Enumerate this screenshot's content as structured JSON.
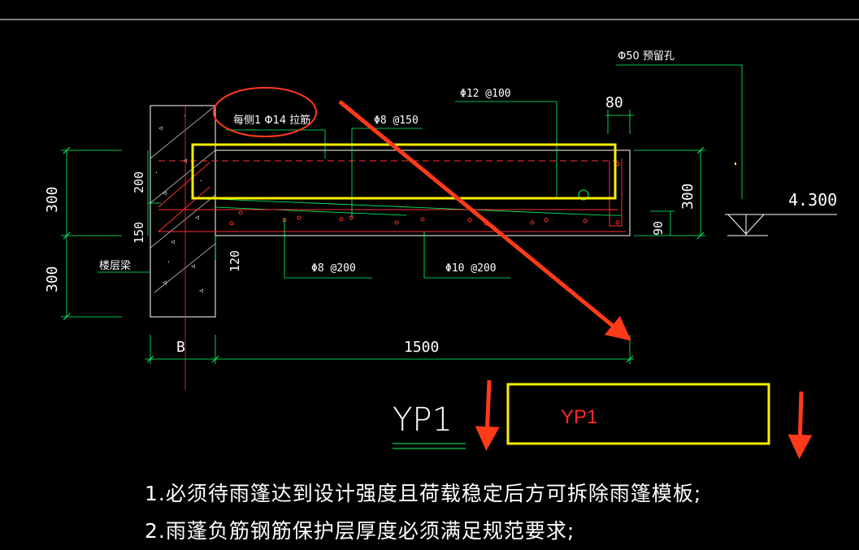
{
  "diagram": {
    "annotation_top_left": "每侧1 Φ14 拉筋",
    "rebar_top1": "Φ8 @150",
    "rebar_top2": "Φ12 @100",
    "rebar_bottom1": "Φ8 @200",
    "rebar_bottom2": "Φ10 @200",
    "hole_label": "Φ50 预留孔",
    "elevation": "4.300",
    "beam_label": "楼层梁",
    "dims": {
      "left_upper": "300",
      "left_lower": "300",
      "inner_200": "200",
      "inner_150": "150",
      "inner_120": "120",
      "right_300": "300",
      "right_90": "90",
      "top_80": "80",
      "bottom_b": "B",
      "bottom_1500": "1500"
    },
    "section_title": "YP1",
    "box_label": "YP1"
  },
  "notes": [
    "1.必须待雨篷达到设计强度且荷载稳定后方可拆除雨篷模板;",
    "2.雨蓬负筋钢筋保护层厚度必须满足规范要求;"
  ],
  "colors": {
    "background": "#000000",
    "dimension": "#00ff66",
    "concrete": "#ffffff",
    "rebar": "#ff3030",
    "highlight": "#ffee00",
    "arrow": "#ff3a1a"
  }
}
